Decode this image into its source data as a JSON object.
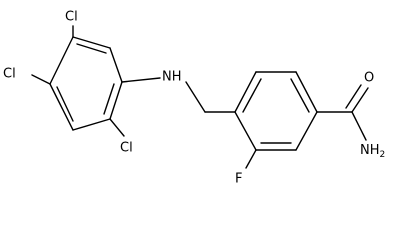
{
  "molecule": {
    "atom_labels": {
      "cl_top": "Cl",
      "cl_left": "Cl",
      "cl_bottom": "Cl",
      "nh": "NH",
      "f": "F",
      "o": "O",
      "nh2": "NH",
      "nh2_sub": "2"
    },
    "colors": {
      "bond": "#000000",
      "text": "#000000",
      "background": "#ffffff"
    }
  }
}
